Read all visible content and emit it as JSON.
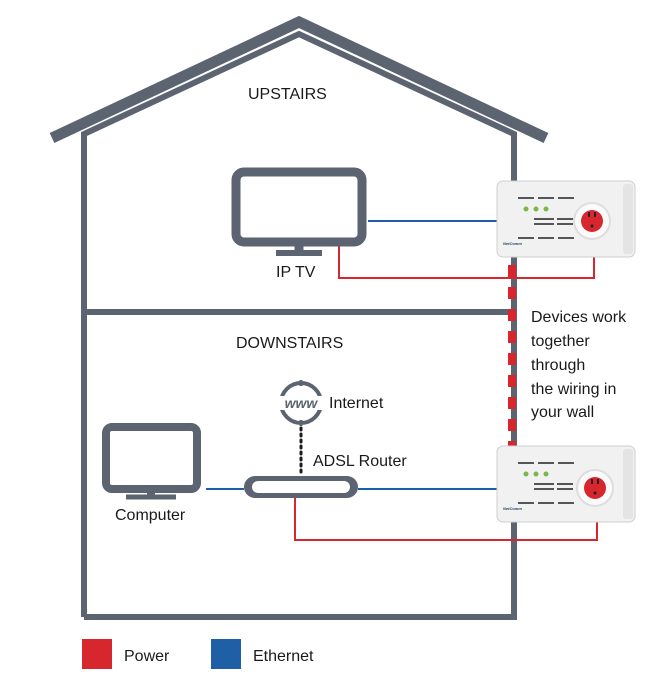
{
  "labels": {
    "upstairs": "UPSTAIRS",
    "downstairs": "DOWNSTAIRS",
    "iptv": "IP TV",
    "computer": "Computer",
    "internet": "Internet",
    "www": "www",
    "router": "ADSL Router",
    "note_lines": [
      "Devices work",
      "together",
      "through",
      "the wiring in",
      "your wall"
    ],
    "device_brand": "NetComm"
  },
  "legend": [
    {
      "label": "Power",
      "color": "#d7262e"
    },
    {
      "label": "Ethernet",
      "color": "#1f5fa6"
    }
  ],
  "colors": {
    "house": "#5b6470",
    "power": "#d7262e",
    "ethernet": "#1f5fa6",
    "device_body": "#f1f1f1"
  },
  "icons": {
    "tv": "tv-icon",
    "computer": "monitor-icon",
    "internet": "globe-www-icon",
    "router": "router-icon",
    "powerline_adapter": "powerline-adapter-icon"
  }
}
